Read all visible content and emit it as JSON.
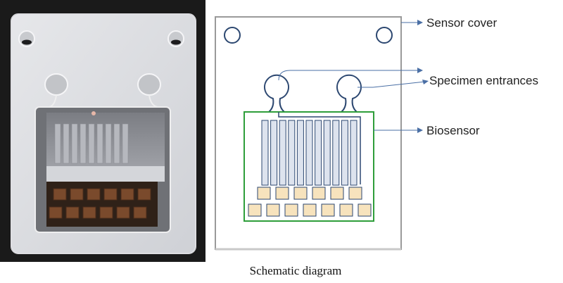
{
  "labels": {
    "sensor_cover": "Sensor cover",
    "specimen_entrances": "Specimen entrances",
    "biosensor": "Biosensor"
  },
  "caption": "Schematic diagram",
  "colors": {
    "callout": "#4a6fa5",
    "biosensor_border": "#2e9e3a",
    "electrode_fill": "#dde3ee",
    "electrode_stroke": "#2c4770",
    "pad_fill": "#f7e3bd",
    "pad_stroke": "#2c4770",
    "cover_stroke": "#9a9a9a"
  },
  "icons": {
    "photo": "sensor-chip-photo"
  }
}
